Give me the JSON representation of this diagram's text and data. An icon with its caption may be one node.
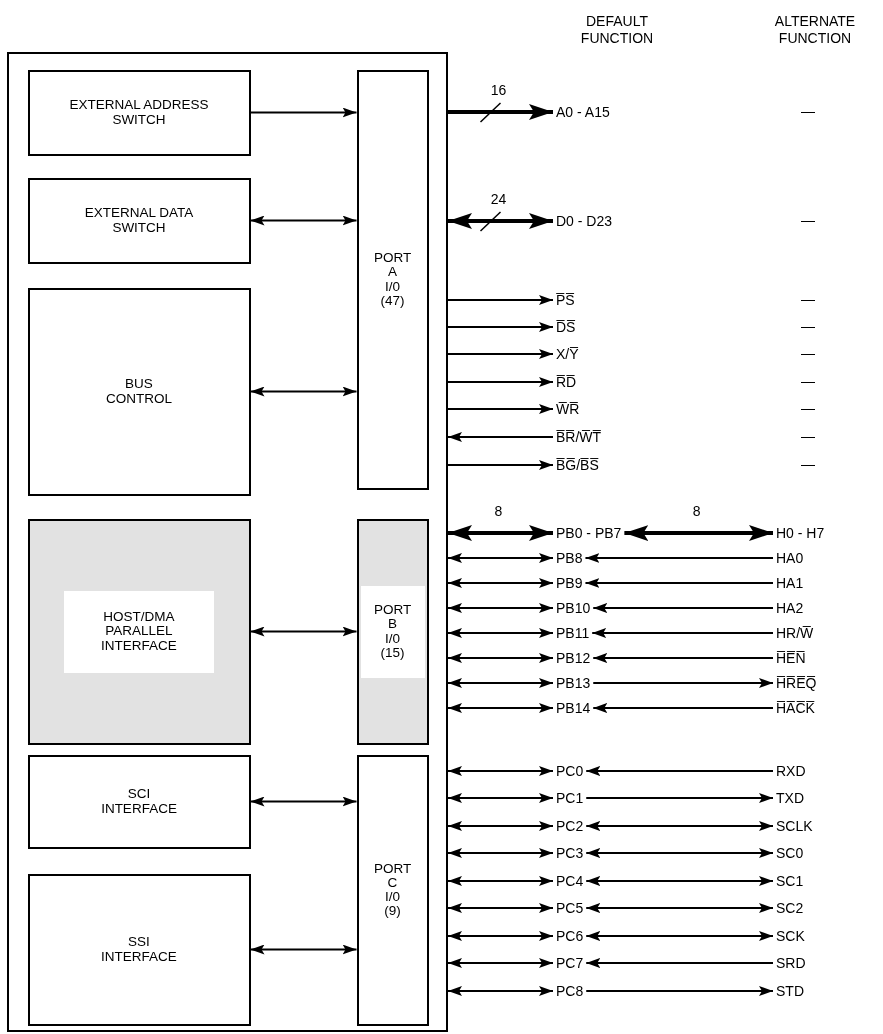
{
  "diagram": {
    "nodes": [
      {
        "text": [],
        "shape": "box"
      },
      {
        "text": [
          "EXTERNAL ADDRESS SWITCH"
        ],
        "in": 0
      },
      {
        "text": [
          "EXTERNAL DATA SWITCH"
        ],
        "in": 0
      },
      {
        "text": [
          "BUS CONTROL"
        ],
        "in": 0
      },
      {
        "text": [
          "PORT A I/0 (47)"
        ],
        "in": 0
      },
      {
        "text": [
          "HOST/DMA PARALLEL INTERFACE"
        ],
        "in": 0
      },
      {
        "text": [
          "PORT B I/0 (15)"
        ],
        "in": 0
      },
      {
        "text": [
          "SCI INTERFACE"
        ],
        "in": 0
      },
      {
        "text": [
          "SSI INTERFACE"
        ],
        "in": 0
      },
      {
        "text": [
          "PORT C I/0 (9)"
        ],
        "in": 0
      },
      {
        "text": [
          "A0 - A15"
        ]
      },
      {
        "text": [
          "D0 - D23"
        ]
      },
      {
        "text": [
          "P̅S̅"
        ]
      },
      {
        "text": [
          "D̅S̅"
        ]
      },
      {
        "text": [
          "X/Y̅"
        ]
      },
      {
        "text": [
          "R̅D̅"
        ]
      },
      {
        "text": [
          "W̅R̅"
        ]
      },
      {
        "text": [
          "B̅R̅/W̅T̅"
        ]
      },
      {
        "text": [
          "B̅G̅/B̅S̅"
        ]
      },
      {
        "text": [
          "PB0 - PB7"
        ]
      },
      {
        "text": [
          "H0 - H7"
        ]
      },
      {
        "text": [
          "PB8"
        ]
      },
      {
        "text": [
          "HA0"
        ]
      },
      {
        "text": [
          "PB9"
        ]
      },
      {
        "text": [
          "HA1"
        ]
      },
      {
        "text": [
          "PB10"
        ]
      },
      {
        "text": [
          "HA2"
        ]
      },
      {
        "text": [
          "PB11"
        ]
      },
      {
        "text": [
          "HR/W̅"
        ]
      },
      {
        "text": [
          "PB12"
        ]
      },
      {
        "text": [
          "H̅E̅N̅"
        ]
      },
      {
        "text": [
          "PB13"
        ]
      },
      {
        "text": [
          "H̅R̅E̅Q̅"
        ]
      },
      {
        "text": [
          "PB14"
        ]
      },
      {
        "text": [
          "H̅A̅C̅K̅"
        ]
      },
      {
        "text": [
          "PC0"
        ]
      },
      {
        "text": [
          "RXD"
        ]
      },
      {
        "text": [
          "PC1"
        ]
      },
      {
        "text": [
          "TXD"
        ]
      },
      {
        "text": [
          "PC2"
        ]
      },
      {
        "text": [
          "SCLK"
        ]
      },
      {
        "text": [
          "PC3"
        ]
      },
      {
        "text": [
          "SC0"
        ]
      },
      {
        "text": [
          "PC4"
        ]
      },
      {
        "text": [
          "SC1"
        ]
      },
      {
        "text": [
          "PC5"
        ]
      },
      {
        "text": [
          "SC2"
        ]
      },
      {
        "text": [
          "PC6"
        ]
      },
      {
        "text": [
          "SCK"
        ]
      },
      {
        "text": [
          "PC7"
        ]
      },
      {
        "text": [
          "SRD"
        ]
      },
      {
        "text": [
          "PC8"
        ]
      },
      {
        "text": [
          "STD"
        ]
      }
    ],
    "edges": [
      {
        "from": 1,
        "to": 4,
        "arrow": "to"
      },
      {
        "from": 2,
        "to": 4,
        "arrow": "both"
      },
      {
        "from": 3,
        "to": 4,
        "arrow": "both"
      },
      {
        "from": 5,
        "to": 6,
        "arrow": "both"
      },
      {
        "from": 7,
        "to": 9,
        "arrow": "both"
      },
      {
        "from": 8,
        "to": 9,
        "arrow": "both"
      },
      {
        "from": 0,
        "to": 10,
        "arrow": "to",
        "style": "thick",
        "label": "16"
      },
      {
        "from": 0,
        "to": 11,
        "arrow": "both",
        "style": "thick",
        "label": "24"
      },
      {
        "from": 0,
        "to": 12,
        "arrow": "to"
      },
      {
        "from": 0,
        "to": 13,
        "arrow": "to"
      },
      {
        "from": 0,
        "to": 14,
        "arrow": "to"
      },
      {
        "from": 0,
        "to": 15,
        "arrow": "to"
      },
      {
        "from": 0,
        "to": 16,
        "arrow": "to"
      },
      {
        "from": 17,
        "to": 0,
        "arrow": "to"
      },
      {
        "from": 0,
        "to": 18,
        "arrow": "to"
      },
      {
        "from": 0,
        "to": 19,
        "arrow": "both",
        "style": "thick",
        "label": "8"
      },
      {
        "from": 19,
        "to": 20,
        "arrow": "both",
        "style": "thick",
        "label": "8"
      },
      {
        "from": 0,
        "to": 21,
        "arrow": "both"
      },
      {
        "from": 22,
        "to": 21,
        "arrow": "to"
      },
      {
        "from": 0,
        "to": 23,
        "arrow": "both"
      },
      {
        "from": 24,
        "to": 23,
        "arrow": "to"
      },
      {
        "from": 0,
        "to": 25,
        "arrow": "both"
      },
      {
        "from": 26,
        "to": 25,
        "arrow": "to"
      },
      {
        "from": 0,
        "to": 27,
        "arrow": "both"
      },
      {
        "from": 28,
        "to": 27,
        "arrow": "to"
      },
      {
        "from": 0,
        "to": 29,
        "arrow": "both"
      },
      {
        "from": 30,
        "to": 29,
        "arrow": "to"
      },
      {
        "from": 0,
        "to": 31,
        "arrow": "both"
      },
      {
        "from": 31,
        "to": 32,
        "arrow": "to"
      },
      {
        "from": 0,
        "to": 33,
        "arrow": "both"
      },
      {
        "from": 34,
        "to": 33,
        "arrow": "to"
      },
      {
        "from": 0,
        "to": 35,
        "arrow": "both"
      },
      {
        "from": 36,
        "to": 35,
        "arrow": "to"
      },
      {
        "from": 0,
        "to": 37,
        "arrow": "both"
      },
      {
        "from": 37,
        "to": 38,
        "arrow": "to"
      },
      {
        "from": 0,
        "to": 39,
        "arrow": "both"
      },
      {
        "from": 39,
        "to": 40,
        "arrow": "both"
      },
      {
        "from": 0,
        "to": 41,
        "arrow": "both"
      },
      {
        "from": 41,
        "to": 42,
        "arrow": "both"
      },
      {
        "from": 0,
        "to": 43,
        "arrow": "both"
      },
      {
        "from": 43,
        "to": 44,
        "arrow": "both"
      },
      {
        "from": 0,
        "to": 45,
        "arrow": "both"
      },
      {
        "from": 45,
        "to": 46,
        "arrow": "both"
      },
      {
        "from": 0,
        "to": 47,
        "arrow": "both"
      },
      {
        "from": 47,
        "to": 48,
        "arrow": "both"
      },
      {
        "from": 0,
        "to": 49,
        "arrow": "both"
      },
      {
        "from": 50,
        "to": 49,
        "arrow": "to"
      },
      {
        "from": 0,
        "to": 51,
        "arrow": "both"
      },
      {
        "from": 51,
        "to": 52,
        "arrow": "to"
      }
    ],
    "labels": [
      "DEFAULT FUNCTION",
      "ALTERNATE FUNCTION",
      "—",
      "—",
      "—",
      "—",
      "—",
      "—",
      "—",
      "—",
      "—"
    ]
  }
}
